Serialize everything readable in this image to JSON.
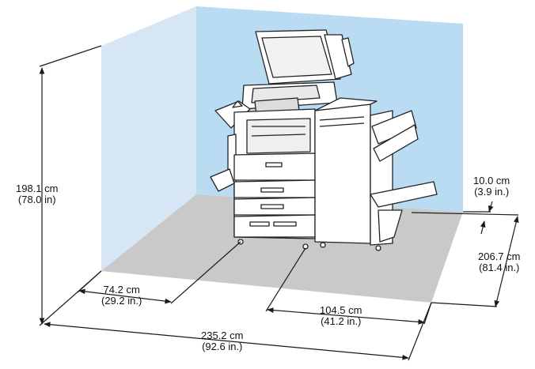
{
  "colors": {
    "wall_left": "#d6e6f5",
    "wall_back": "#b9dcf3",
    "floor": "#c9c9c9",
    "line": "#1a1a1a",
    "machine_fill": "#ffffff",
    "machine_stroke": "#222222"
  },
  "dimensions": {
    "height": {
      "cm": "198.1 cm",
      "in": "(78.0 in)"
    },
    "depth": {
      "cm": "74.2 cm",
      "in": "(29.2 in.)"
    },
    "total_width": {
      "cm": "235.2 cm",
      "in": "(92.6 in.)"
    },
    "machine_width": {
      "cm": "104.5 cm",
      "in": "(41.2 in.)"
    },
    "clearance": {
      "cm": "10.0 cm",
      "in": "(3.9 in.)"
    },
    "side_depth": {
      "cm": "206.7 cm",
      "in": "(81.4 in.)"
    }
  }
}
